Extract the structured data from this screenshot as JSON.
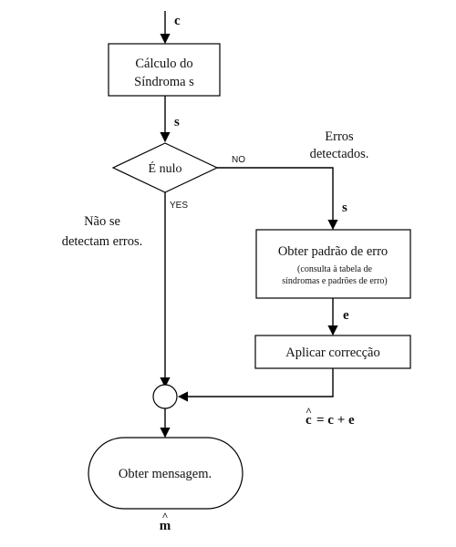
{
  "diagram": {
    "inputs": {
      "c": "c",
      "s_top": "s",
      "s_right": "s",
      "e": "e",
      "m_hat": "m"
    },
    "boxes": {
      "calc_syndrome": {
        "line1": "Cálculo do",
        "line2": "Síndroma s"
      },
      "error_pattern": {
        "title": "Obter padrão de erro",
        "sub1": "(consulta à tabela de",
        "sub2": "síndromas e padrões de erro)"
      },
      "apply_correction": "Aplicar correcção",
      "get_message": "Obter mensagem."
    },
    "decision": {
      "label": "É nulo",
      "no": "NO",
      "yes": "YES"
    },
    "notes": {
      "errors_detected_1": "Erros",
      "errors_detected_2": "detectados.",
      "no_errors_1": "Não se",
      "no_errors_2": "detectam erros.",
      "equation_c": "c",
      "equation_rest": "= c + e"
    },
    "colors": {
      "stroke": "#000000",
      "text": "#111111",
      "background": "#ffffff"
    }
  }
}
